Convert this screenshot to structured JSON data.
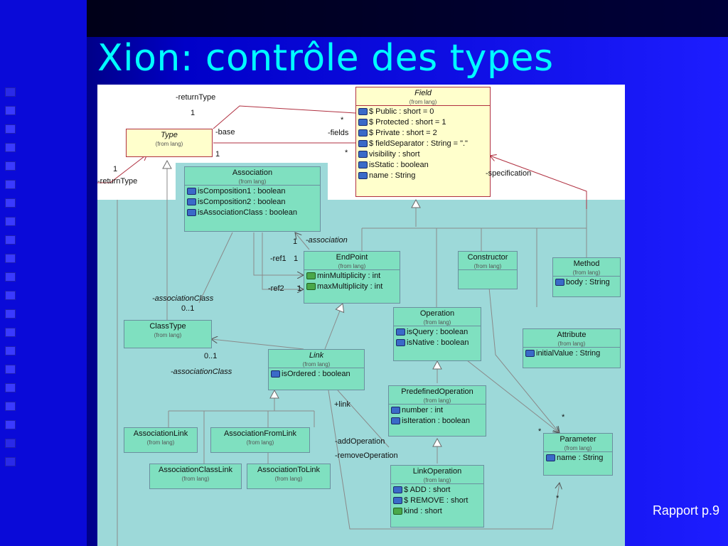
{
  "slide": {
    "title": "Xion: contrôle des types",
    "footer": "Rapport p.9"
  },
  "colors": {
    "title": "#00ffff",
    "package_fill": "#9dd9d9",
    "class_fill": "#7fe0c0",
    "field_fill": "#ffffcc",
    "field_border": "#b03040",
    "line": "#8a8a8a"
  },
  "from_lang": "(from lang)",
  "classes": {
    "type": {
      "name": "Type"
    },
    "field": {
      "name": "Field",
      "attrs": [
        "$ Public : short = 0",
        "$ Protected : short = 1",
        "$ Private : short = 2",
        "$ fieldSeparator : String = \".\"",
        "visibility : short",
        "isStatic : boolean",
        "name : String"
      ]
    },
    "association": {
      "name": "Association",
      "attrs": [
        "isComposition1 : boolean",
        "isComposition2 : boolean",
        "isAssociationClass : boolean"
      ]
    },
    "endpoint": {
      "name": "EndPoint",
      "attrs": [
        "minMultiplicity : int",
        "maxMultiplicity : int"
      ]
    },
    "constructor": {
      "name": "Constructor"
    },
    "method": {
      "name": "Method",
      "attrs": [
        "body : String"
      ]
    },
    "operation": {
      "name": "Operation",
      "attrs": [
        "isQuery : boolean",
        "isNative : boolean"
      ]
    },
    "attribute": {
      "name": "Attribute",
      "attrs": [
        "initialValue : String"
      ]
    },
    "classtype": {
      "name": "ClassType"
    },
    "link": {
      "name": "Link",
      "attrs": [
        "isOrdered : boolean"
      ]
    },
    "predefinedoperation": {
      "name": "PredefinedOperation",
      "attrs": [
        "number : int",
        "isIteration : boolean"
      ]
    },
    "parameter": {
      "name": "Parameter",
      "attrs": [
        "name : String"
      ]
    },
    "associationlink": {
      "name": "AssociationLink"
    },
    "associationfromlink": {
      "name": "AssociationFromLink"
    },
    "associationclasslink": {
      "name": "AssociationClassLink"
    },
    "associationtolink": {
      "name": "AssociationToLink"
    },
    "linkoperation": {
      "name": "LinkOperation",
      "attrs": [
        "$ ADD : short",
        "$ REMOVE : short",
        "kind : short"
      ]
    }
  },
  "labels": {
    "return_type_top": "-returnType",
    "mult_1_top": "1",
    "base": "-base",
    "mult_1_base": "1",
    "fields": "-fields",
    "star_fields_1": "*",
    "star_fields_2": "*",
    "mult_1_left": "1",
    "return_type_left": "-returnType",
    "specification": "-specification",
    "mult_1_assoc": "1",
    "association": "-association",
    "ref1": "-ref1",
    "ref1_mult": "1",
    "ref2": "-ref2",
    "ref2_mult": "1",
    "association_class_1": "-associationClass",
    "mult_01_a": "0..1",
    "mult_01_b": "0..1",
    "association_class_2": "-associationClass",
    "plus_link": "+link",
    "add_operation": "-addOperation",
    "remove_operation": "-removeOperation",
    "star_param_1": "*",
    "star_param_2": "*",
    "star_param_3": "*"
  }
}
